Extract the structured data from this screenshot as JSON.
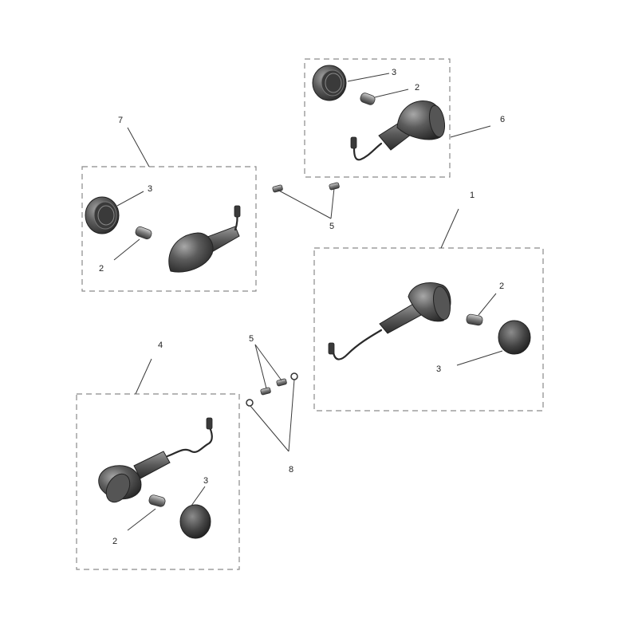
{
  "callouts": {
    "c1": "1",
    "c2a": "2",
    "c2b": "2",
    "c2c": "2",
    "c2d": "2",
    "c3a": "3",
    "c3b": "3",
    "c3c": "3",
    "c3d": "3",
    "c4": "4",
    "c5a": "5",
    "c5b": "5",
    "c6": "6",
    "c7": "7",
    "c8": "8"
  },
  "colors": {
    "part_dark": "#3b3b3b",
    "part_mid": "#6a6a6a",
    "part_light": "#b5b5b5",
    "dashed_box": "#8a8a8a"
  }
}
